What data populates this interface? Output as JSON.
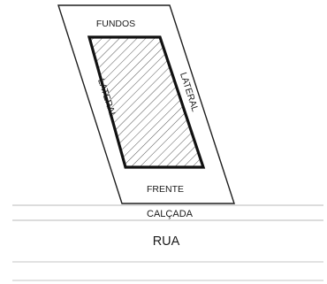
{
  "diagram": {
    "labels": {
      "fundos": "FUNDOS",
      "lateral_left": "LATERAL",
      "lateral_right": "LATERAL",
      "frente": "FRENTE",
      "calcada": "CALÇADA",
      "rua": "RUA"
    }
  }
}
